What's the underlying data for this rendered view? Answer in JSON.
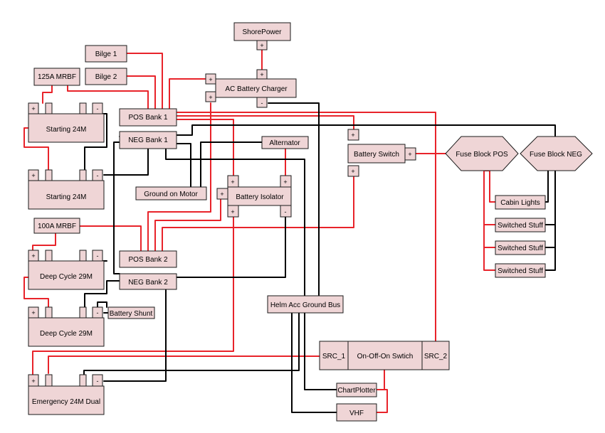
{
  "labels": {
    "shore_power": "ShorePower",
    "bilge_1": "Bilge 1",
    "bilge_2": "Bilge 2",
    "mrbf_125": "125A MRBF",
    "ac_battery_charger": "AC Battery Charger",
    "pos_bank_1": "POS Bank 1",
    "neg_bank_1": "NEG Bank 1",
    "starting_24m_1": "Starting 24M",
    "starting_24m_2": "Starting 24M",
    "alternator": "Alternator",
    "battery_switch": "Battery Switch",
    "fuse_block_pos": "Fuse Block POS",
    "fuse_block_neg": "Fuse Block NEG",
    "ground_on_motor": "Ground on Motor",
    "battery_isolator": "Battery Isolator",
    "cabin_lights": "Cabin Lights",
    "switched_stuff_1": "Switched Stuff",
    "switched_stuff_2": "Switched Stuff",
    "switched_stuff_3": "Switched Stuff",
    "mrbf_100": "100A MRBF",
    "pos_bank_2": "POS Bank 2",
    "neg_bank_2": "NEG Bank 2",
    "deep_cycle_29m_1": "Deep Cycle 29M",
    "deep_cycle_29m_2": "Deep Cycle 29M",
    "battery_shunt": "Battery Shunt",
    "helm_acc_ground_bus": "Helm Acc Ground Bus",
    "src_1": "SRC_1",
    "on_off_on_switch": "On-Off-On Swtich",
    "src_2": "SRC_2",
    "chartplotter": "ChartPlotter",
    "vhf": "VHF",
    "emergency_24m_dual": "Emergency 24M Dual",
    "plus": "+",
    "minus": "-"
  },
  "colors": {
    "positive_wire": "#e8232a",
    "negative_wire": "#000000",
    "component_fill": "#efd5d6",
    "component_border": "#1a1a1a"
  }
}
